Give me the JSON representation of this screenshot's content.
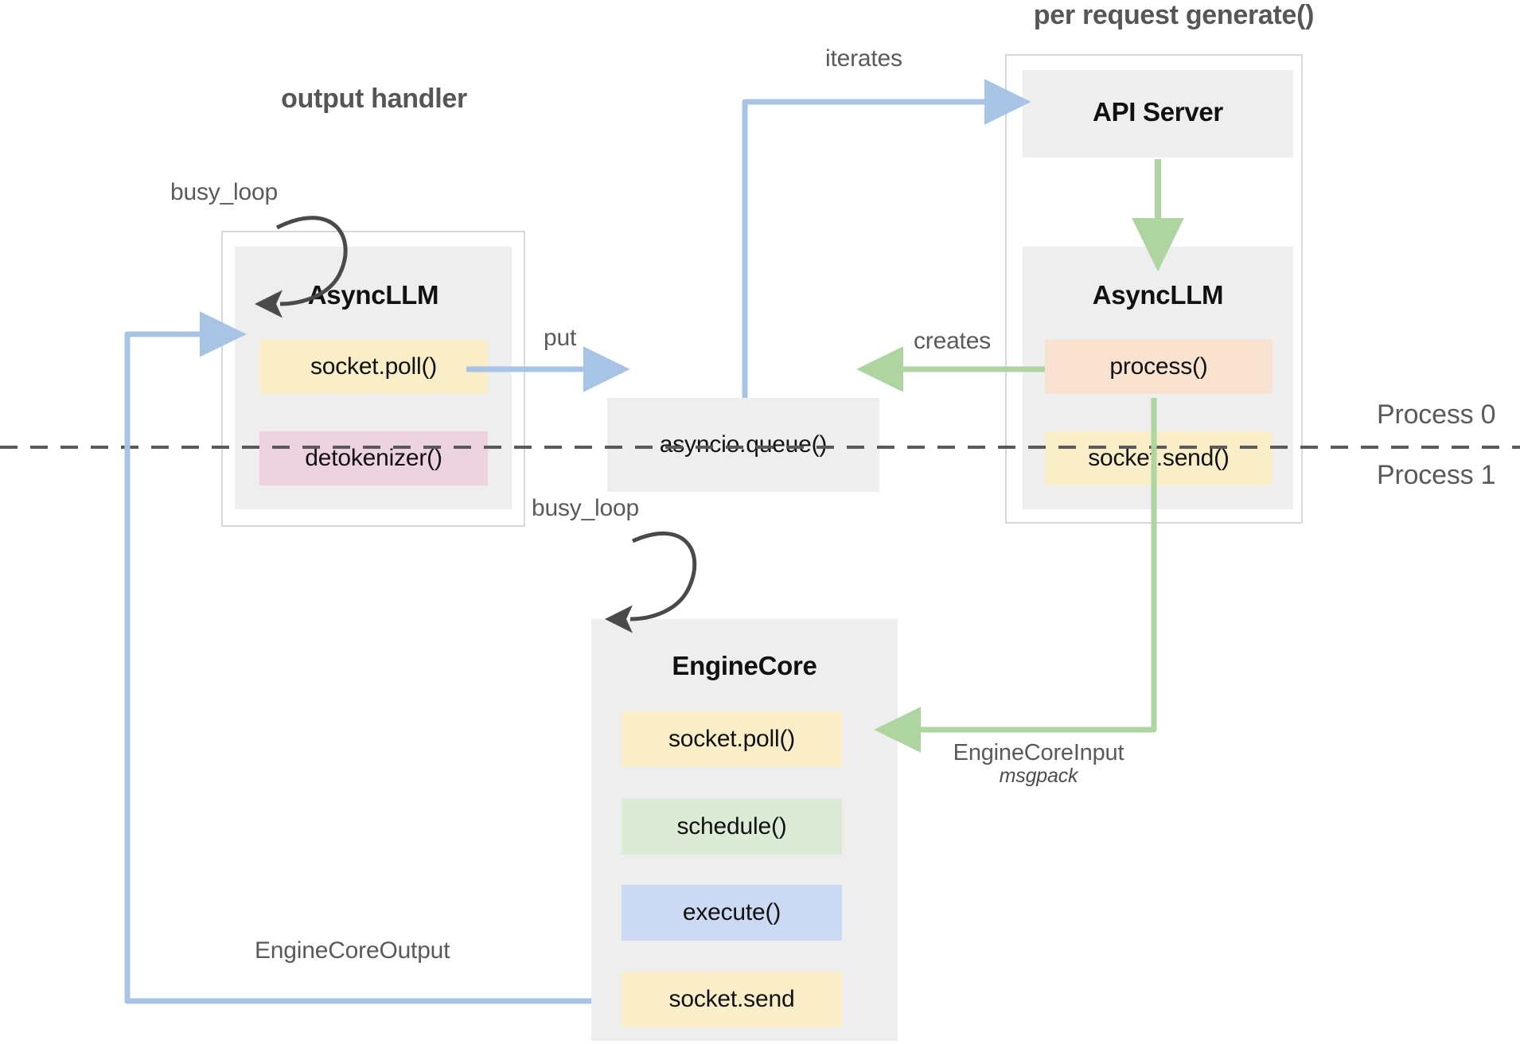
{
  "diagram": {
    "title_left": "output handler",
    "title_right": "per request generate()",
    "process_top": "Process 0",
    "process_bottom": "Process 1",
    "colors": {
      "blue_arrow": "#a8c4e5",
      "green_arrow": "#aed4a0",
      "dark_arrow": "#4a4a4a",
      "group_bg": "#eeeeee",
      "yellow": "#faeec8",
      "pink": "#ecd3df",
      "peach": "#f9e2d0",
      "green": "#dcebd5",
      "blue": "#ccd9f2",
      "divider": "#5a5a5a",
      "container_border": "#d8d8d8"
    }
  },
  "left_group": {
    "title": "AsyncLLM",
    "loop_label": "busy_loop",
    "items": [
      {
        "label": "socket.poll()",
        "color": "#faeec8"
      },
      {
        "label": "detokenizer()",
        "color": "#ecd3df"
      }
    ]
  },
  "queue_node": {
    "label": "asyncio.queue()"
  },
  "right_group": {
    "api_server": {
      "title": "API Server"
    },
    "async_llm": {
      "title": "AsyncLLM",
      "items": [
        {
          "label": "process()",
          "color": "#f9e2d0"
        },
        {
          "label": "socket.send()",
          "color": "#faeec8"
        }
      ]
    }
  },
  "engine_core": {
    "title": "EngineCore",
    "loop_label": "busy_loop",
    "items": [
      {
        "label": "socket.poll()",
        "color": "#faeec8"
      },
      {
        "label": "schedule()",
        "color": "#dcebd5"
      },
      {
        "label": "execute()",
        "color": "#ccd9f2"
      },
      {
        "label": "socket.send",
        "color": "#faeec8"
      }
    ]
  },
  "edges": {
    "iterates": "iterates",
    "put": "put",
    "creates": "creates",
    "engine_core_input": "EngineCoreInput",
    "engine_core_input_sub": "msgpack",
    "engine_core_output": "EngineCoreOutput"
  }
}
